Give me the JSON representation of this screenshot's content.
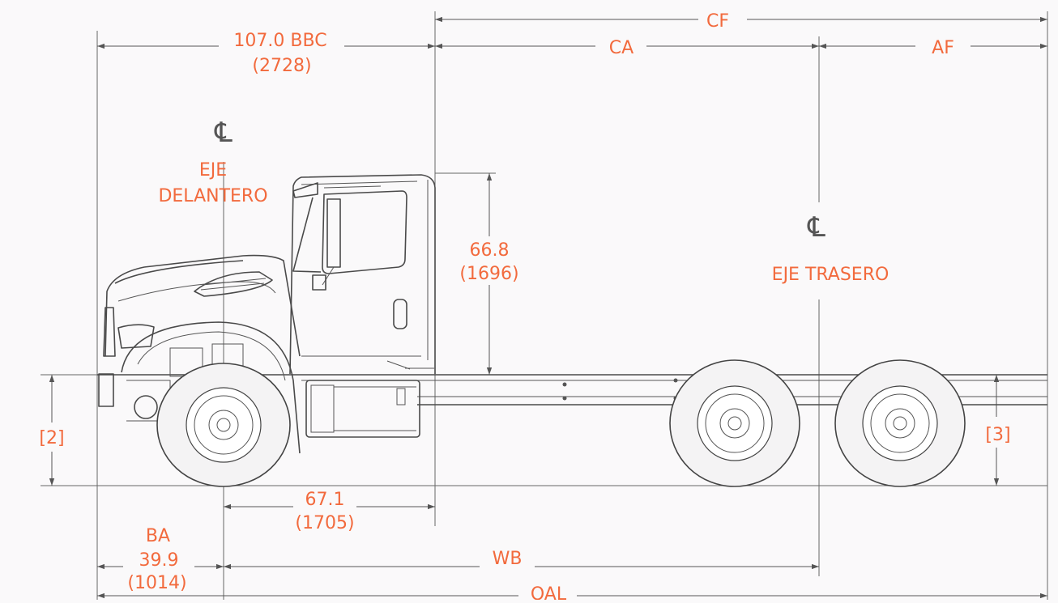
{
  "colors": {
    "label": "#f26a3d",
    "line": "#555555",
    "background": "#faf9fa"
  },
  "labels": {
    "cf": "CF",
    "ca": "CA",
    "af": "AF",
    "bbc_value": "107.0 BBC",
    "bbc_metric": "(2728)",
    "front_axle_symbol": "℄",
    "front_axle_line1": "EJE",
    "front_axle_line2": "DELANTERO",
    "rear_axle_symbol": "℄",
    "rear_axle": "EJE TRASERO",
    "cab_height_value": "66.8",
    "cab_height_metric": "(1696)",
    "frame_front": "[2]",
    "frame_rear": "[3]",
    "axle_to_cab_value": "67.1",
    "axle_to_cab_metric": "(1705)",
    "ba": "BA",
    "ba_value": "39.9",
    "ba_metric": "(1014)",
    "wb": "WB",
    "oal": "OAL"
  }
}
